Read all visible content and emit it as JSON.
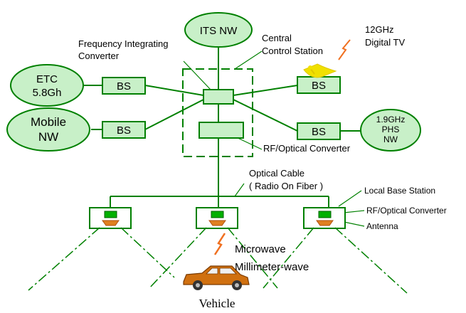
{
  "colors": {
    "green_fill": "#C8F0C8",
    "green_stroke": "#008000",
    "line_green": "#008000",
    "led_green": "#00B000",
    "antenna_orange": "#E08020",
    "bolt_orange": "#F07020",
    "dish_yellow": "#F0E000",
    "car_body": "#D07010"
  },
  "networks": {
    "its": "ITS NW",
    "etc_line1": "ETC",
    "etc_line2": "5.8Gh",
    "mobile_line1": "Mobile",
    "mobile_line2": "NW",
    "phs_line1": "1.9GHz",
    "phs_line2": "PHS",
    "phs_line3": "NW"
  },
  "base_stations": {
    "bs_etc": "BS",
    "bs_mobile": "BS",
    "bs_tv": "BS",
    "bs_phs": "BS"
  },
  "labels": {
    "freq_conv_line1": "Frequency Integrating",
    "freq_conv_line2": "Converter",
    "central_line1": "Central",
    "central_line2": "Control Station",
    "tv_line1": "12GHz",
    "tv_line2": "Digital TV",
    "rf_optical_central": "RF/Optical Converter",
    "optical_cable_line1": "Optical Cable",
    "optical_cable_line2": "( Radio On Fiber )",
    "local_base_station": "Local Base Station",
    "rf_optical_local": "RF/Optical Converter",
    "antenna": "Antenna",
    "microwave": "Microwave",
    "millimeter": "Millimeter-wave",
    "vehicle": "Vehicle"
  },
  "icons": [
    "lightning-icon",
    "satellite-dish-icon",
    "antenna-icon",
    "car-icon"
  ]
}
